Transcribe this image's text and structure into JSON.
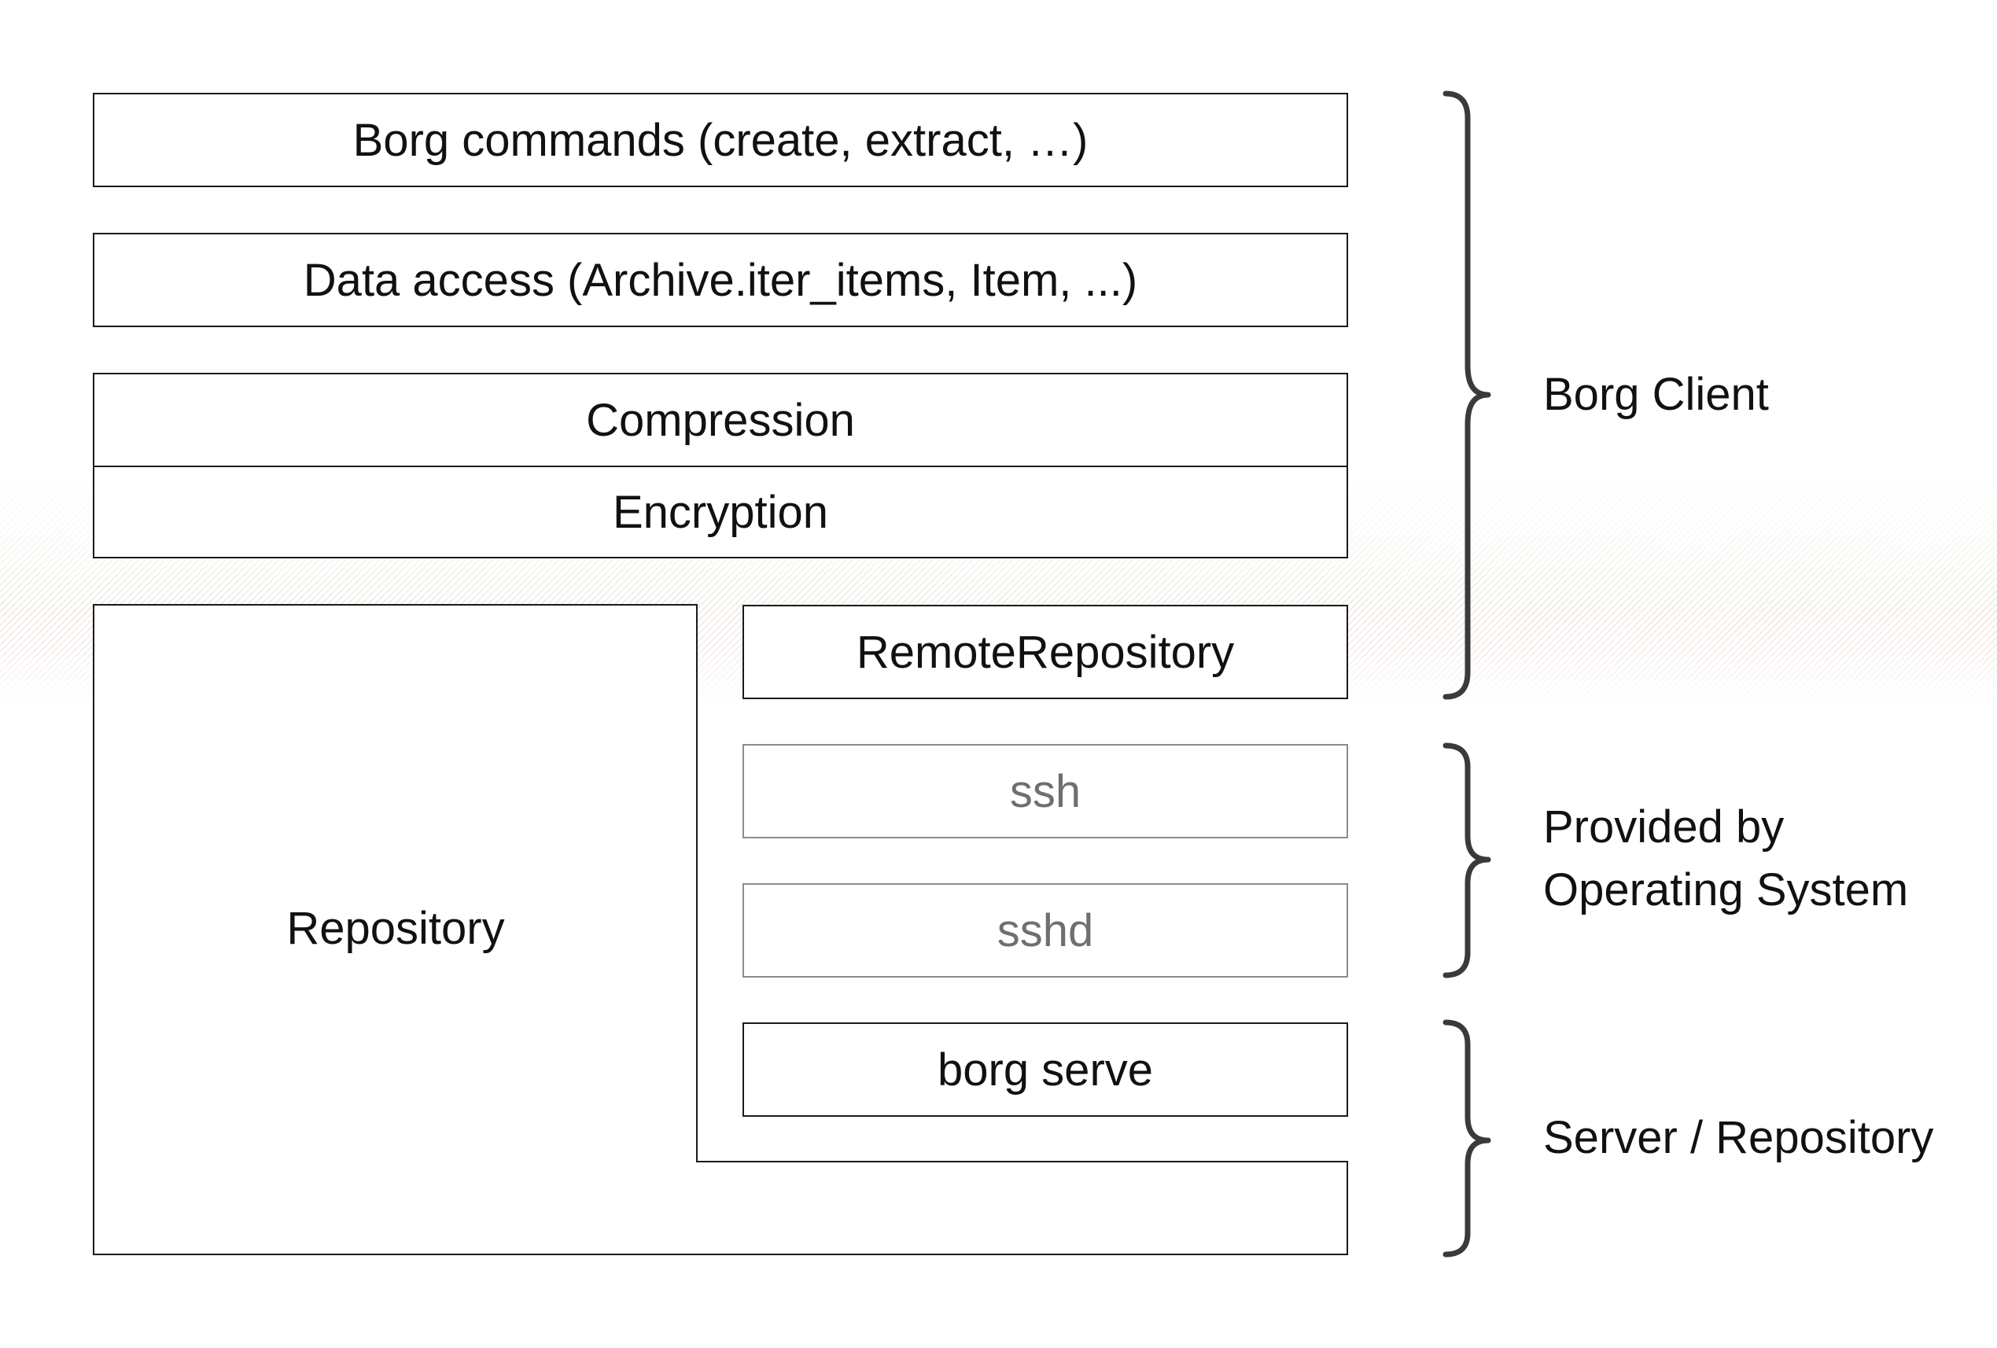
{
  "layers": {
    "borg_commands": "Borg commands (create, extract, …)",
    "data_access": "Data access (Archive.iter_items, Item, ...)",
    "compression": "Compression",
    "encryption": "Encryption",
    "repository": "Repository",
    "remote_repository": "RemoteRepository",
    "ssh": "ssh",
    "sshd": "sshd",
    "borg_serve": "borg serve"
  },
  "groups": {
    "client": "Borg Client",
    "os_line1": "Provided by",
    "os_line2": "Operating System",
    "server": "Server / Repository"
  },
  "colors": {
    "stroke": "#1a1a1a",
    "muted_stroke": "#8c8c8c",
    "muted_text": "#6f6f6f",
    "brace": "#3a3a3a"
  }
}
